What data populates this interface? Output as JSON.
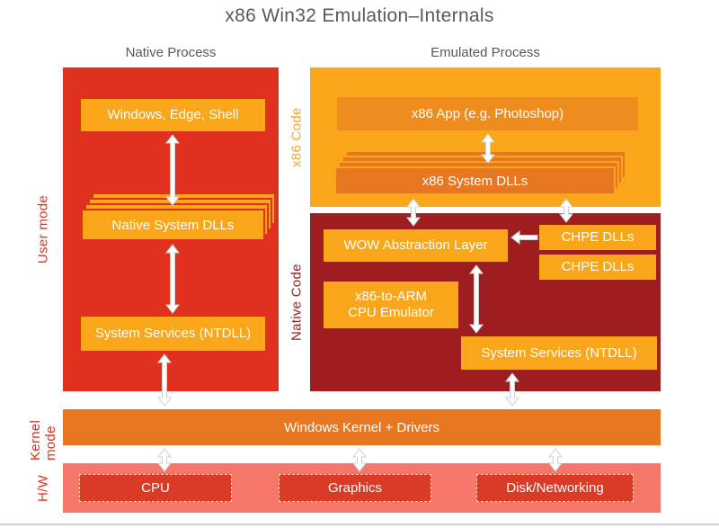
{
  "title": "x86 Win32 Emulation–Internals",
  "native_process": {
    "header": "Native Process",
    "mode_label": "User mode",
    "app_box": "Windows, Edge, Shell",
    "dll_stack": "Native System DLLs",
    "services_box": "System Services (NTDLL)"
  },
  "emulated_process": {
    "header": "Emulated Process",
    "x86_code": {
      "side_label": "x86 Code",
      "app_box": "x86 App (e.g. Photoshop)",
      "dll_stack": "x86 System DLLs"
    },
    "native_code": {
      "side_label": "Native Code",
      "wow_box": "WOW Abstraction Layer",
      "chpe_box_1": "CHPE DLLs",
      "chpe_box_2": "CHPE DLLs",
      "emulator_line_1": "x86-to-ARM",
      "emulator_line_2": "CPU Emulator",
      "services_box": "System Services (NTDLL)"
    }
  },
  "kernel": {
    "mode_label": "Kernel mode",
    "bar_label": "Windows Kernel + Drivers"
  },
  "hardware": {
    "mode_label": "H/W",
    "items": [
      "CPU",
      "Graphics",
      "Disk/Networking"
    ]
  },
  "colors": {
    "red": "#E0301E",
    "amber": "#FAA61A",
    "orange": "#E87722",
    "app_orange": "#EF8C1E",
    "maroon": "#9D1D20",
    "salmon": "#F4776A",
    "hw_red": "#D93B27",
    "heading_gray": "#595959",
    "arrow_fill": "#FFFFFF",
    "arrow_outline": "#CFCFCF"
  }
}
